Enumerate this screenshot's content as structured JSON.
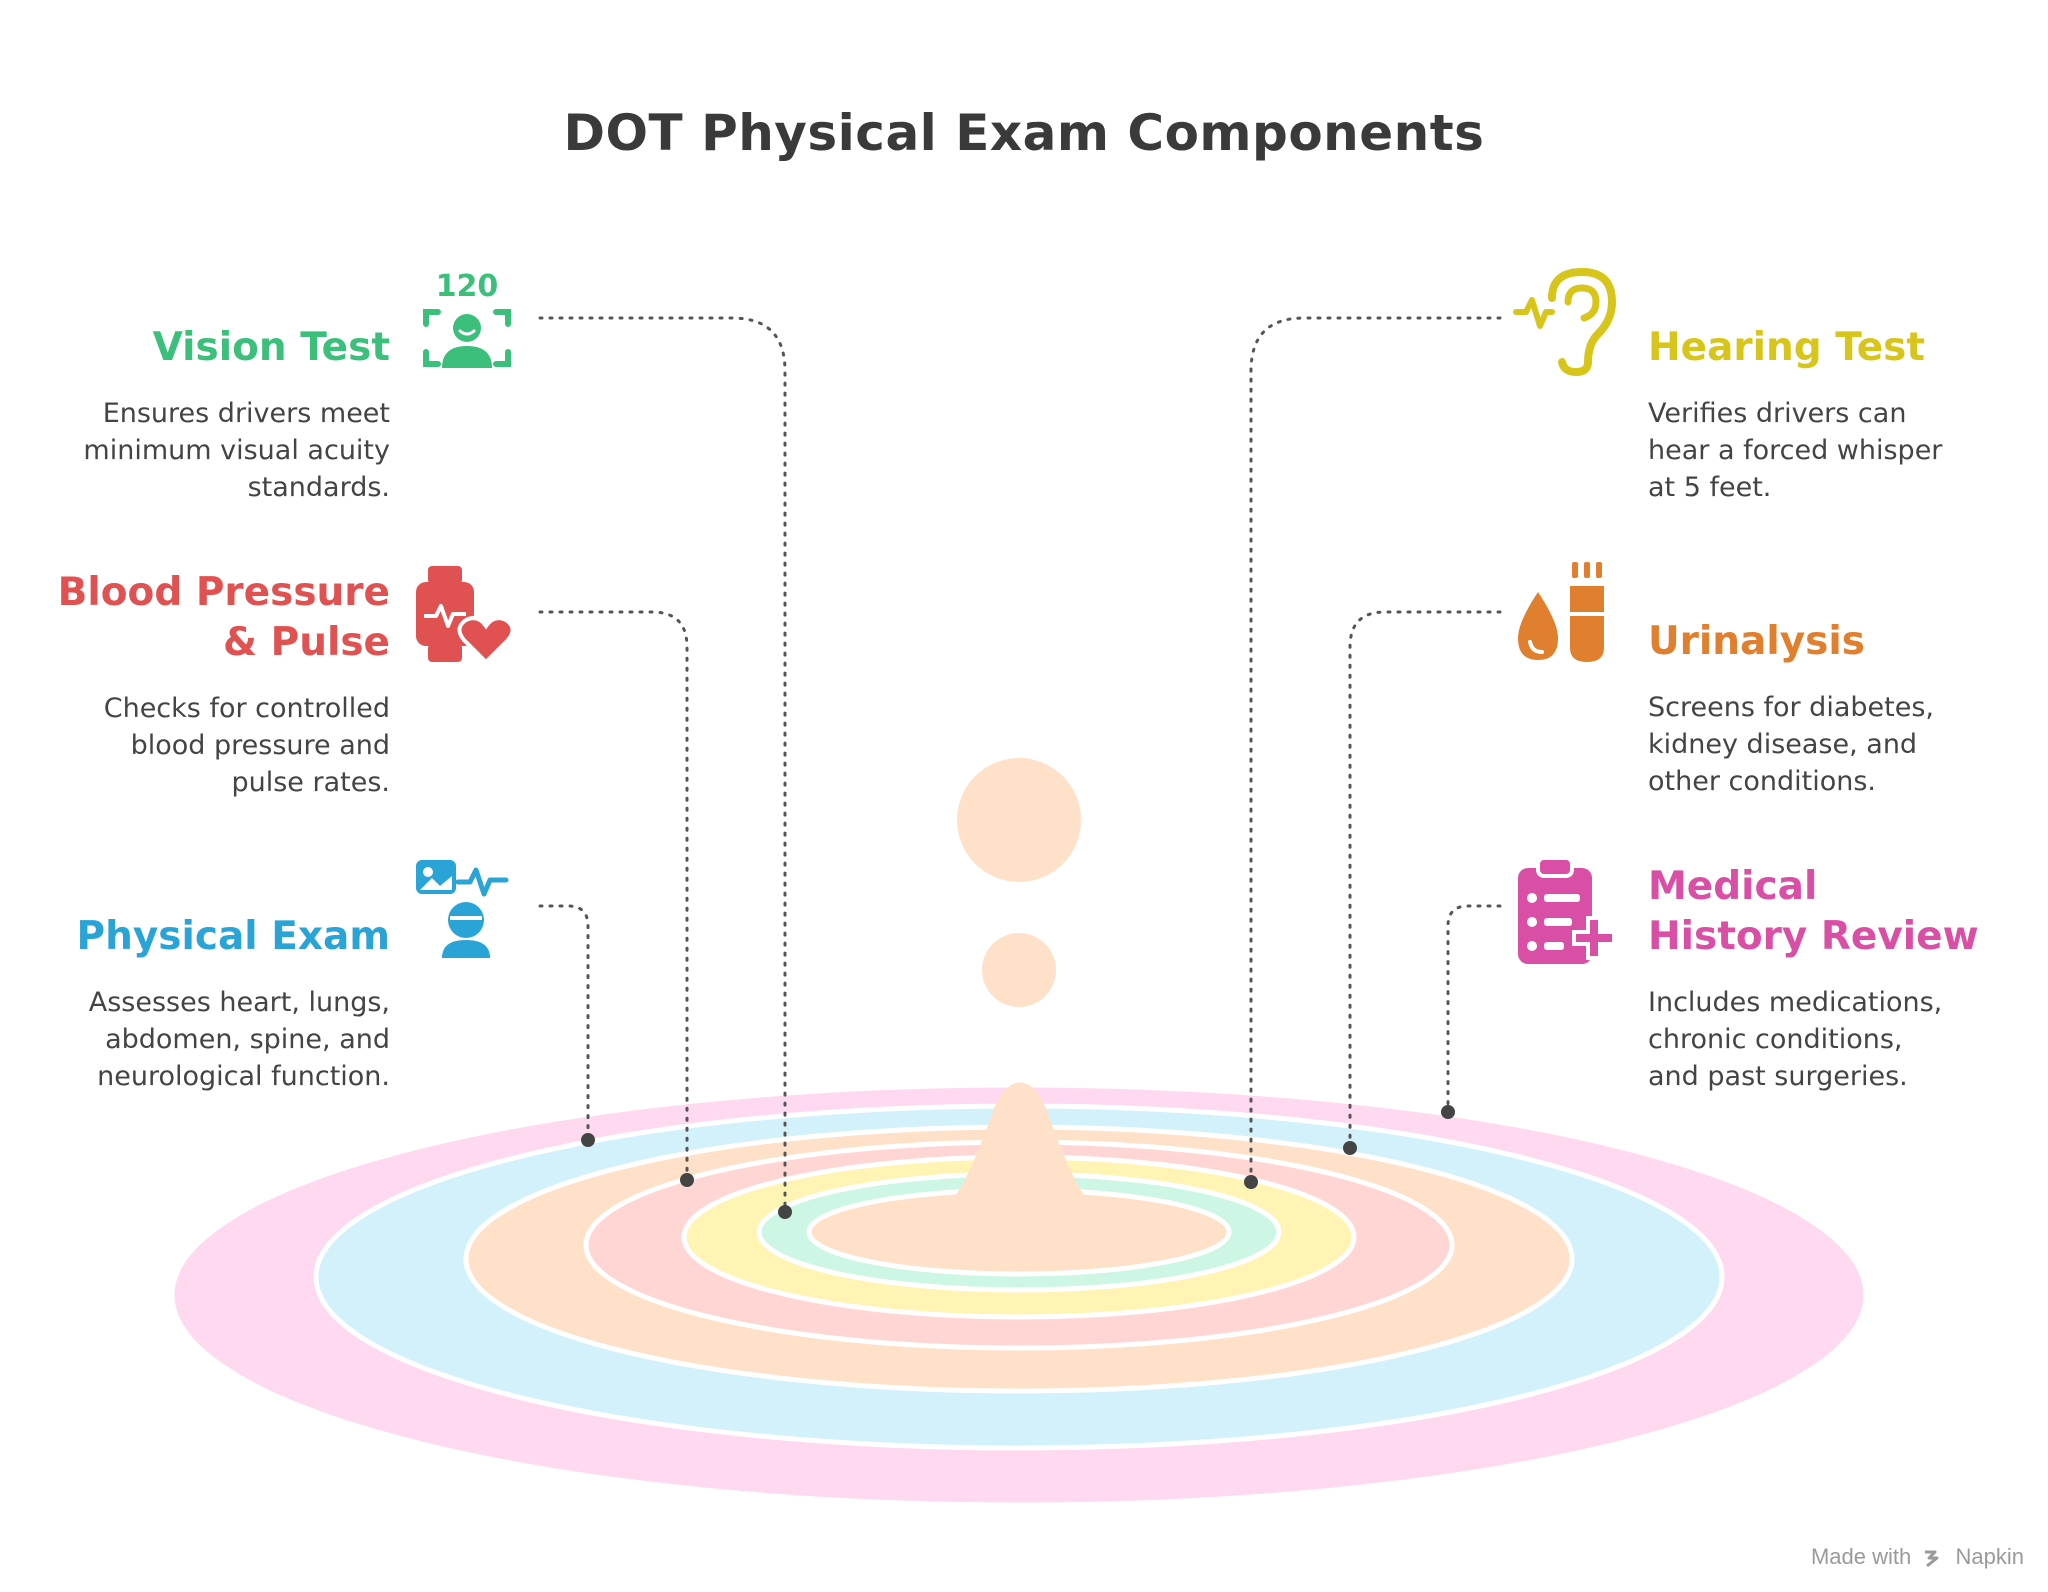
{
  "title": "DOT Physical Exam Components",
  "items": [
    {
      "key": "vision",
      "title": "Vision Test",
      "lines": [
        "Ensures drivers meet",
        "minimum visual acuity",
        "standards."
      ],
      "color": "#3dbf7c",
      "badge": "120",
      "icon": "vision-chart-person-icon"
    },
    {
      "key": "bp",
      "title": "Blood Pressure & Pulse",
      "title_lines": [
        "Blood Pressure",
        "& Pulse"
      ],
      "lines": [
        "Checks for controlled",
        "blood pressure and",
        "pulse rates."
      ],
      "color": "#e05252",
      "icon": "smartwatch-heart-icon"
    },
    {
      "key": "physical",
      "title": "Physical Exam",
      "lines": [
        "Assesses heart, lungs,",
        "abdomen, spine, and",
        "neurological function."
      ],
      "color": "#2aa3d6",
      "icon": "patient-monitor-icon"
    },
    {
      "key": "hearing",
      "title": "Hearing Test",
      "lines": [
        "Verifies drivers can",
        "hear a forced whisper",
        "at 5 feet."
      ],
      "color": "#d8c51c",
      "icon": "ear-soundwave-icon"
    },
    {
      "key": "urine",
      "title": "Urinalysis",
      "lines": [
        "Screens for diabetes,",
        "kidney disease, and",
        "other conditions."
      ],
      "color": "#e07f2e",
      "icon": "drop-test-tube-icon"
    },
    {
      "key": "medical",
      "title": "Medical History Review",
      "title_lines": [
        "Medical",
        "History Review"
      ],
      "lines": [
        "Includes medications,",
        "chronic conditions,",
        "and past surgeries."
      ],
      "color": "#d94fa6",
      "icon": "clipboard-plus-icon"
    }
  ],
  "rings": {
    "colors": [
      "#ffd9ef",
      "#d2f1fb",
      "#ffe0c8",
      "#ffd6d4",
      "#fff4b4",
      "#cdf7e4",
      "#ffe0c8"
    ]
  },
  "watermark": {
    "prefix": "Made with",
    "brand": "Napkin"
  }
}
